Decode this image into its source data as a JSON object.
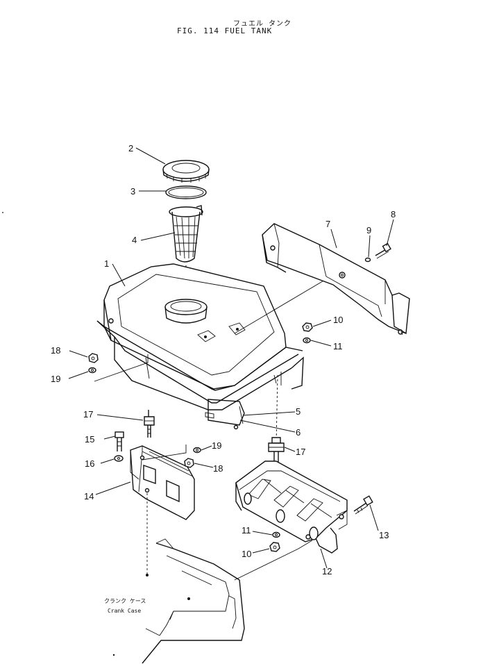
{
  "title": {
    "japanese": "フュエル タンク",
    "english": "FIG. 114  FUEL TANK"
  },
  "callouts": [
    {
      "id": "1",
      "label": "1"
    },
    {
      "id": "2",
      "label": "2"
    },
    {
      "id": "3",
      "label": "3"
    },
    {
      "id": "4",
      "label": "4"
    },
    {
      "id": "5",
      "label": "5"
    },
    {
      "id": "6",
      "label": "6"
    },
    {
      "id": "7",
      "label": "7"
    },
    {
      "id": "8",
      "label": "8"
    },
    {
      "id": "9",
      "label": "9"
    },
    {
      "id": "10a",
      "label": "10"
    },
    {
      "id": "10b",
      "label": "10"
    },
    {
      "id": "11a",
      "label": "11"
    },
    {
      "id": "11b",
      "label": "11"
    },
    {
      "id": "12",
      "label": "12"
    },
    {
      "id": "13",
      "label": "13"
    },
    {
      "id": "14",
      "label": "14"
    },
    {
      "id": "15",
      "label": "15"
    },
    {
      "id": "16",
      "label": "16"
    },
    {
      "id": "17a",
      "label": "17"
    },
    {
      "id": "17b",
      "label": "17"
    },
    {
      "id": "18a",
      "label": "18"
    },
    {
      "id": "18b",
      "label": "18"
    },
    {
      "id": "19a",
      "label": "19"
    },
    {
      "id": "19b",
      "label": "19"
    }
  ],
  "crank_case": {
    "japanese": "クランク ケース",
    "english": "Crank Case"
  }
}
